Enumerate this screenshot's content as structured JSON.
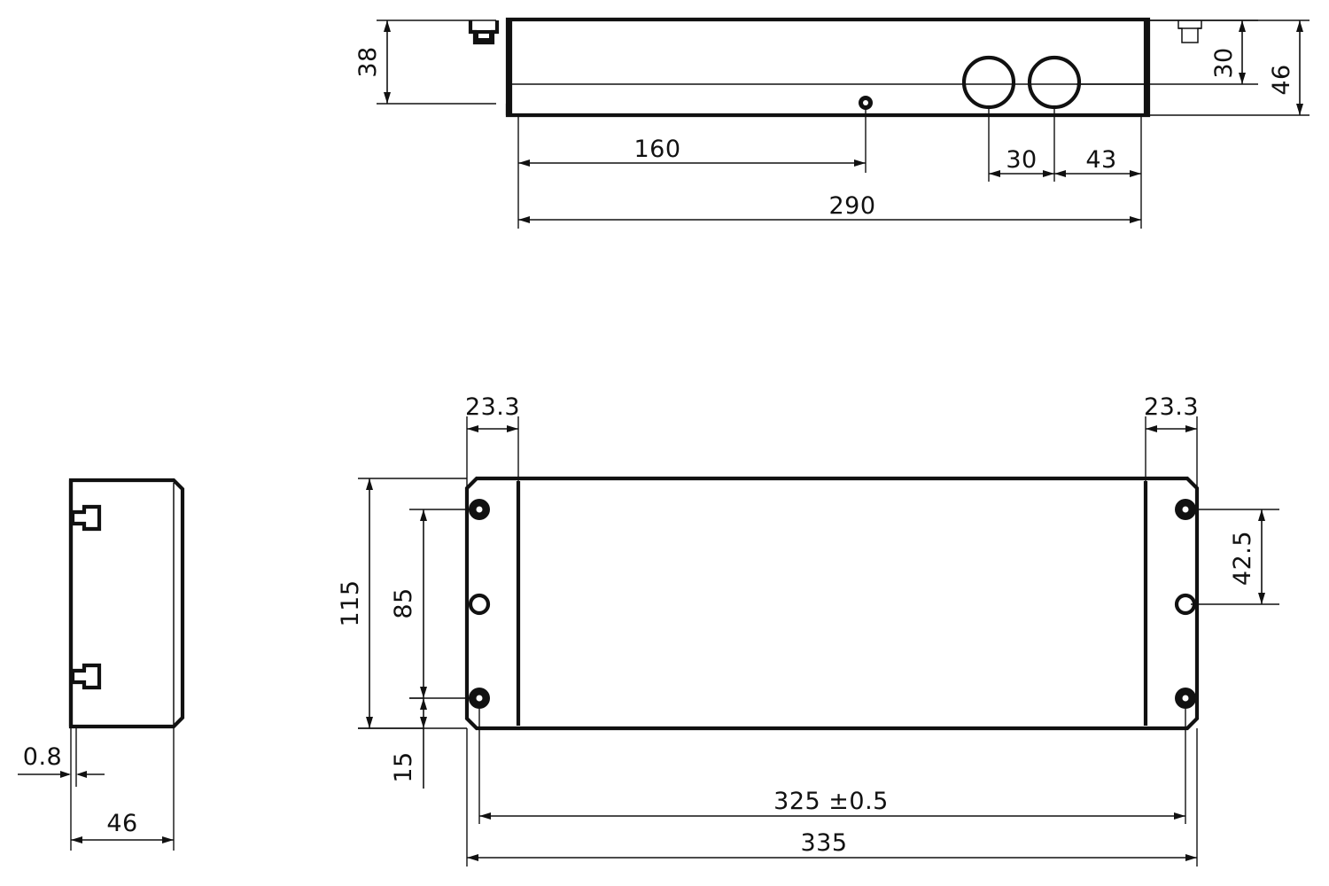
{
  "drawing": {
    "type": "engineering-dimensioned-drawing",
    "units": "mm",
    "background_color": "#ffffff",
    "line_color": "#111111",
    "views": [
      {
        "name": "front-elevation-view",
        "position": "top-right"
      },
      {
        "name": "side-profile-view",
        "position": "bottom-left"
      },
      {
        "name": "plan-view",
        "position": "bottom-right"
      }
    ]
  },
  "dimensions": {
    "front_view": {
      "height_overall_left": "38",
      "height_flange_right": "30",
      "height_total_right": "46",
      "length_to_hole": "160",
      "length_overall": "290",
      "hole_spacing_inner": "30",
      "hole_to_edge": "43"
    },
    "side_view": {
      "wall_thickness": "0.8",
      "width": "46"
    },
    "plan_view": {
      "flange_width_left": "23.3",
      "flange_width_right": "23.3",
      "height_overall": "115",
      "hole_pitch_vertical": "85",
      "hole_to_bottom_edge": "15",
      "hole_pitch_right": "42.5",
      "length_between_flange_holes": "325 ±0.5",
      "length_overall": "335"
    }
  },
  "features": {
    "front_view": {
      "round_holes": 2,
      "small_hole": 1,
      "clips": 2
    },
    "side_view": {
      "clips": 2
    },
    "plan_view": {
      "filled_holes": 4,
      "open_holes": 2
    }
  }
}
